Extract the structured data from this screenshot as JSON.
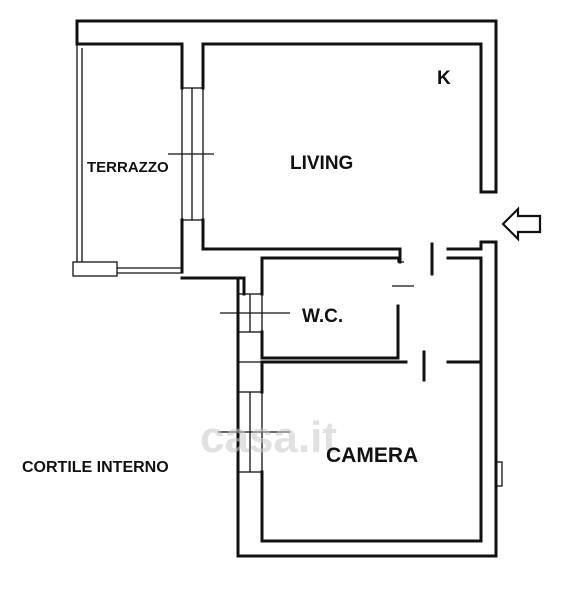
{
  "rooms": {
    "terrace": "TERRAZZO",
    "living": "LIVING",
    "kitchen": "K",
    "wc": "W.C.",
    "bedroom": "CAMERA"
  },
  "outside": {
    "courtyard": "CORTILE INTERNO"
  },
  "watermark": {
    "text": "casa.it"
  },
  "entrance": {
    "icon": "arrow-left-outline-icon"
  },
  "colors": {
    "wall": "#111111",
    "background": "#ffffff",
    "watermark": "#c9c9c9"
  }
}
